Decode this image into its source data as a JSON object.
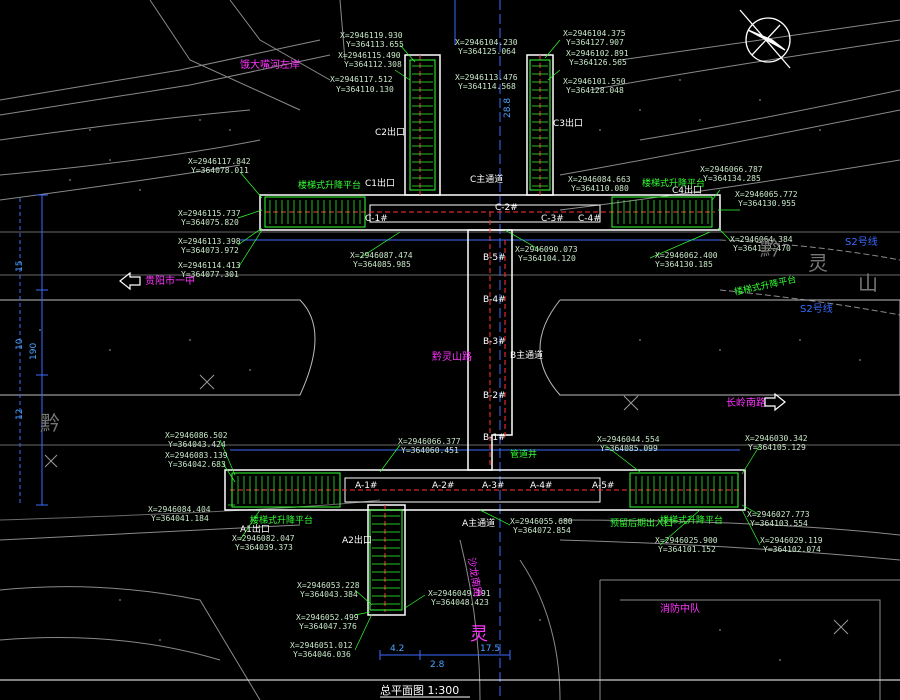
{
  "title": "总平面图 1:300",
  "labels": {
    "road_name": "黔灵山路",
    "to_left": "贵阳市一中",
    "to_right": "长岭南路",
    "top_left_road": "饿大嘴河左岸",
    "bottom_road": "沙龙南路",
    "fire_station": "消防中队",
    "line_s2_upper": "S2号线",
    "line_s2_lower": "S2号线",
    "ling_chars": [
      "黔",
      "灵",
      "山"
    ],
    "green_chars": [
      "黔",
      "灵"
    ]
  },
  "exits": {
    "c2": "C2出口",
    "c3": "C3出口",
    "c1": "C1出口",
    "c4": "C4出口",
    "a1": "A1出口",
    "a2": "A2出口"
  },
  "segments": {
    "c_main": "C主通道",
    "b_main": "B主通道",
    "a_main": "A主通道",
    "c1": "C-1#",
    "c2": "C-2#",
    "c3": "C-3#",
    "c4": "C-4#",
    "b1": "B-1#",
    "b2": "B-2#",
    "b3": "B-3#",
    "b4": "B-4#",
    "b5": "B-5#",
    "a1": "A-1#",
    "a2": "A-2#",
    "a3": "A-3#",
    "a4": "A-4#",
    "a5": "A-5#"
  },
  "platform_labels": {
    "c_left": "楼梯式升降平台",
    "c_right": "楼梯式升降平台",
    "a_left": "楼梯式升降平台",
    "a_right": "楼梯式升降平台",
    "a_right_entry": "预留后期出入口",
    "c_right_green": "楼梯式升降平台",
    "b_note": "管道井"
  },
  "coords": [
    "X=2946119.930",
    "Y=364113.655",
    "X=2946115.490",
    "Y=364112.308",
    "X=2946104.230",
    "Y=364125.064",
    "X=2946117.512",
    "Y=364110.130",
    "X=2946113.476",
    "Y=364114.568",
    "X=2946104.375",
    "Y=364127.907",
    "X=2946102.891",
    "Y=364126.565",
    "X=2946101.550",
    "Y=364128.048",
    "X=2946117.842",
    "Y=364078.011",
    "X=2946115.737",
    "Y=364075.820",
    "X=2946113.398",
    "Y=364073.972",
    "X=2946114.413",
    "Y=364077.301",
    "X=2946087.474",
    "Y=364085.985",
    "X=2946090.073",
    "Y=364104.120",
    "X=2946084.663",
    "Y=364110.080",
    "X=2946066.787",
    "Y=364134.285",
    "X=2946065.772",
    "Y=364130.955",
    "X=2946064.384",
    "Y=364132.470",
    "X=2946062.400",
    "Y=364130.185",
    "X=2946086.502",
    "Y=364043.424",
    "X=2946083.139",
    "Y=364042.683",
    "X=2946084.404",
    "Y=364041.184",
    "X=2946082.047",
    "Y=364039.373",
    "X=2946066.377",
    "Y=364060.451",
    "X=2946044.554",
    "Y=364085.099",
    "X=2946030.342",
    "Y=364105.129",
    "X=2946055.680",
    "Y=364072.854",
    "X=2946027.773",
    "Y=364103.554",
    "X=2946025.900",
    "Y=364101.152",
    "X=2946029.119",
    "Y=364102.074",
    "X=2946053.228",
    "Y=364043.384",
    "X=2946049.191",
    "Y=364048.423",
    "X=2946052.499",
    "Y=364047.376",
    "X=2946051.012",
    "Y=364046.036"
  ],
  "dims": {
    "d15": "15",
    "d10": "10",
    "d12": "12",
    "d190": "190",
    "d288": "28.8",
    "d175": "17.5",
    "d42": "4.2",
    "d28": "2.8"
  },
  "colors": {
    "background": "#000000",
    "road_line": "#9a9a9a",
    "structure": "#ffffff",
    "centerline": "#ff3333",
    "platform": "#33ff33",
    "dimension": "#3b6bff",
    "label_magenta": "#ff33ff",
    "label_yellow": "#ffff33"
  },
  "icons": [
    "north-arrow-icon",
    "left-arrow-icon",
    "right-arrow-icon"
  ]
}
